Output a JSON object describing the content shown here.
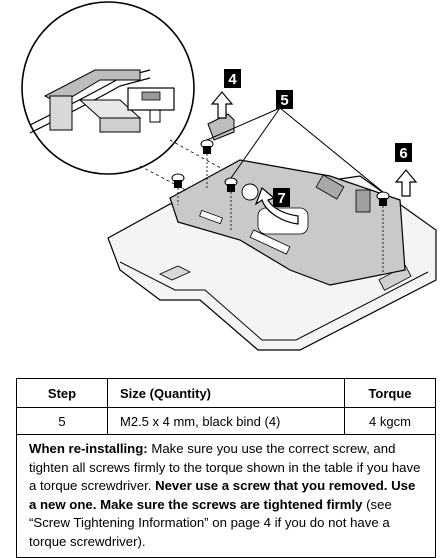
{
  "figure": {
    "callouts": [
      "4",
      "5",
      "6",
      "7"
    ]
  },
  "table": {
    "headers": {
      "step": "Step",
      "size": "Size (Quantity)",
      "torque": "Torque"
    },
    "rows": [
      {
        "step": "5",
        "size": "M2.5 x 4 mm, black bind (4)",
        "torque": "4 kgcm"
      }
    ],
    "note": {
      "label": "When re-installing:",
      "text1": "  Make sure you use the correct screw, and tighten all screws firmly to the torque shown in the table if you have a torque screwdriver.  ",
      "bold1": "Never use a screw that you removed.  Use a new one.  Make sure the screws are tightened firmly",
      "text2": " (see “Screw Tightening Information” on page 4 if you do not have a torque screwdriver)."
    }
  }
}
